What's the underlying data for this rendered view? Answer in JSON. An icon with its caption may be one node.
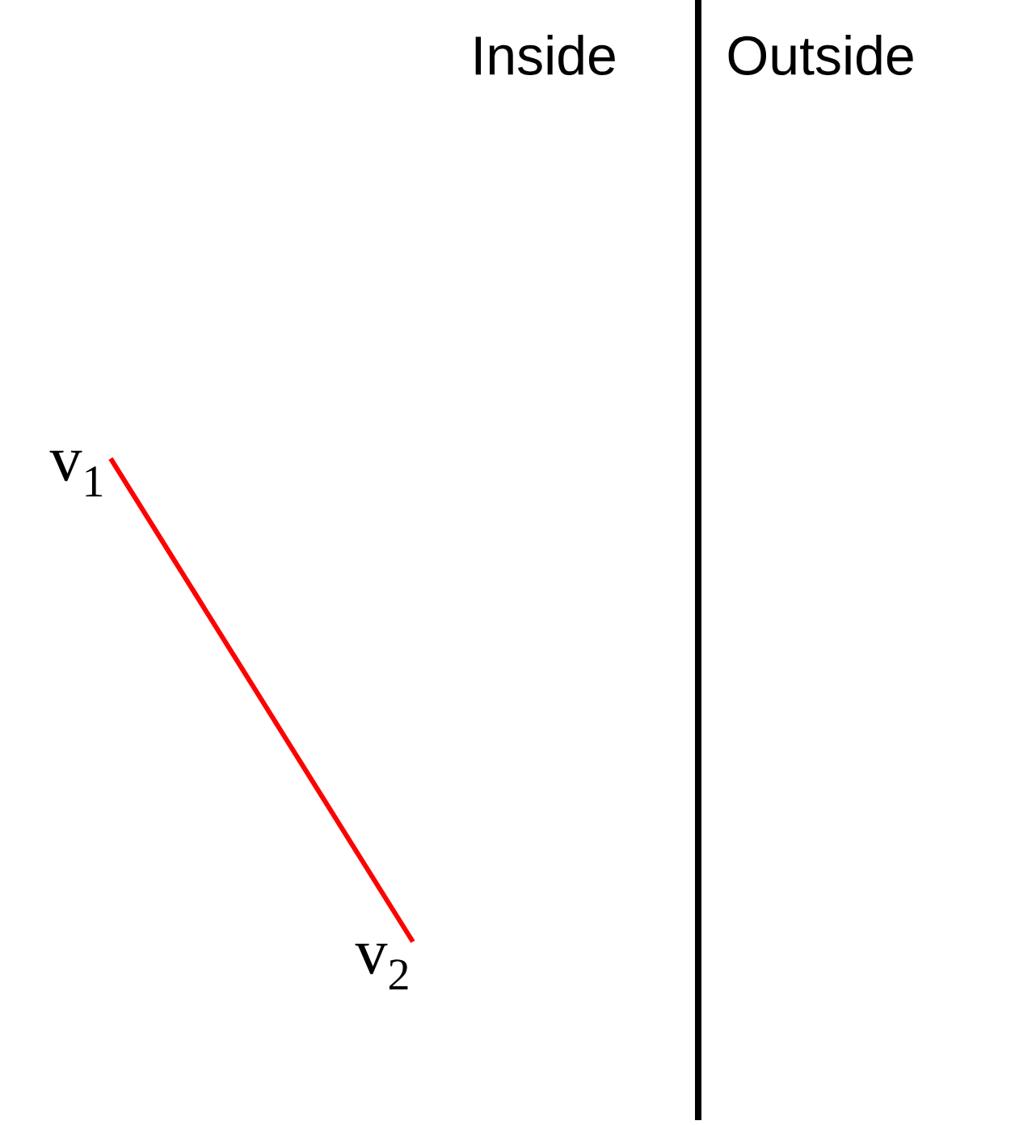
{
  "diagram": {
    "nodes": [
      {
        "text": [
          "v$_{1}$"
        ]
      },
      {
        "text": [
          "v$_{2}$"
        ]
      }
    ],
    "edges": [
      {
        "from": 0,
        "to": 1,
        "arrow": "none",
        "color": "#ff0000"
      }
    ],
    "labels": [
      "Inside",
      "Outside"
    ]
  }
}
